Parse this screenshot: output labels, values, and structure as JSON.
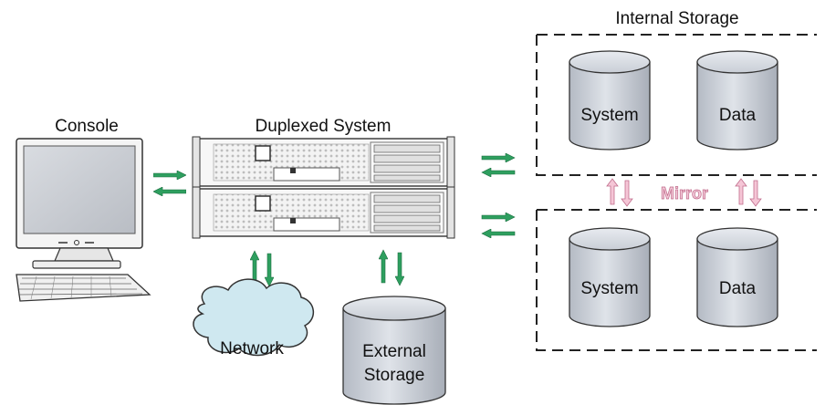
{
  "labels": {
    "console": "Console",
    "duplexed_system": "Duplexed System",
    "internal_storage": "Internal Storage",
    "network": "Network",
    "external_storage_line1": "External",
    "external_storage_line2": "Storage",
    "mirror": "Mirror"
  },
  "internal_storage": {
    "top_group": {
      "disk1": "System",
      "disk2": "Data"
    },
    "bottom_group": {
      "disk1": "System",
      "disk2": "Data"
    }
  },
  "colors": {
    "green_arrow": "#2e9f5f",
    "pink_arrow": "#e9a9c0",
    "mirror_text": "#d88aa8",
    "disk_fill": "#c8cdd6",
    "cloud_fill": "#cfe8f0",
    "dashed_border": "#222222"
  }
}
